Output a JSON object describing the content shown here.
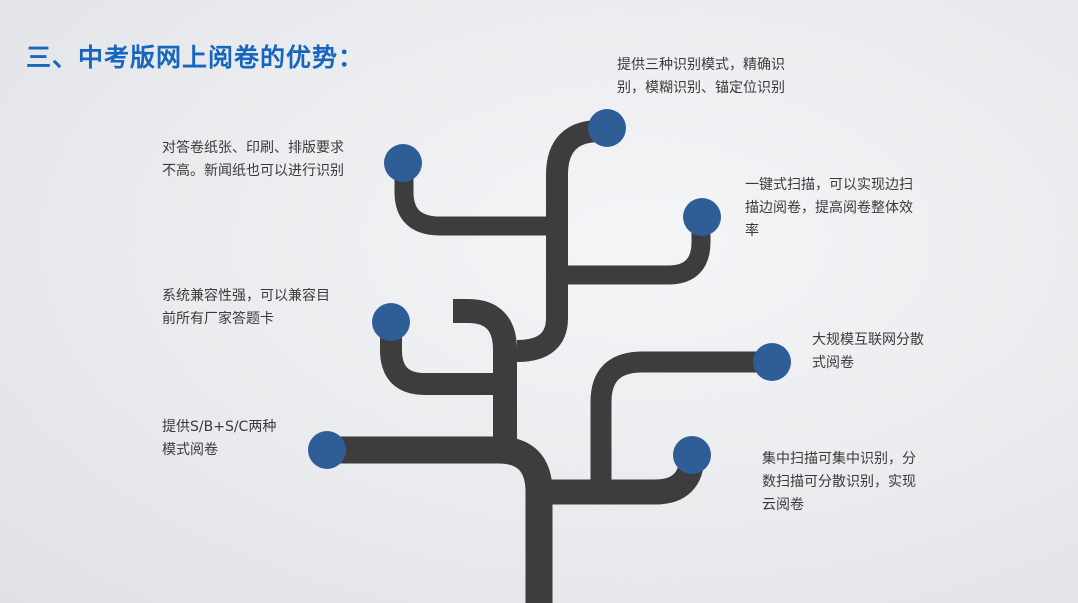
{
  "title": "三、中考版网上阅卷的优势：",
  "colors": {
    "title": "#1666bd",
    "branch": "#3d3d3d",
    "node": "#2f5e97"
  },
  "notes": [
    {
      "line1": "提供三种识别模式，精确识",
      "line2": "别，模糊识别、锚定位识别"
    },
    {
      "line1": "对答卷纸张、印刷、排版要求",
      "line2": "不高。新闻纸也可以进行识别"
    },
    {
      "line1": "一键式扫描，可以实现边扫",
      "line2": "描边阅卷，提高阅卷整体效",
      "line3": "率"
    },
    {
      "line1": "系统兼容性强，可以兼容目",
      "line2": "前所有厂家答题卡"
    },
    {
      "line1": "大规模互联网分散",
      "line2": "式阅卷"
    },
    {
      "line1": "提供S/B+S/C两种",
      "line2": "模式阅卷"
    },
    {
      "line1": "集中扫描可集中识别，分",
      "line2": "数扫描可分散识别，实现",
      "line3": "云阅卷"
    }
  ]
}
